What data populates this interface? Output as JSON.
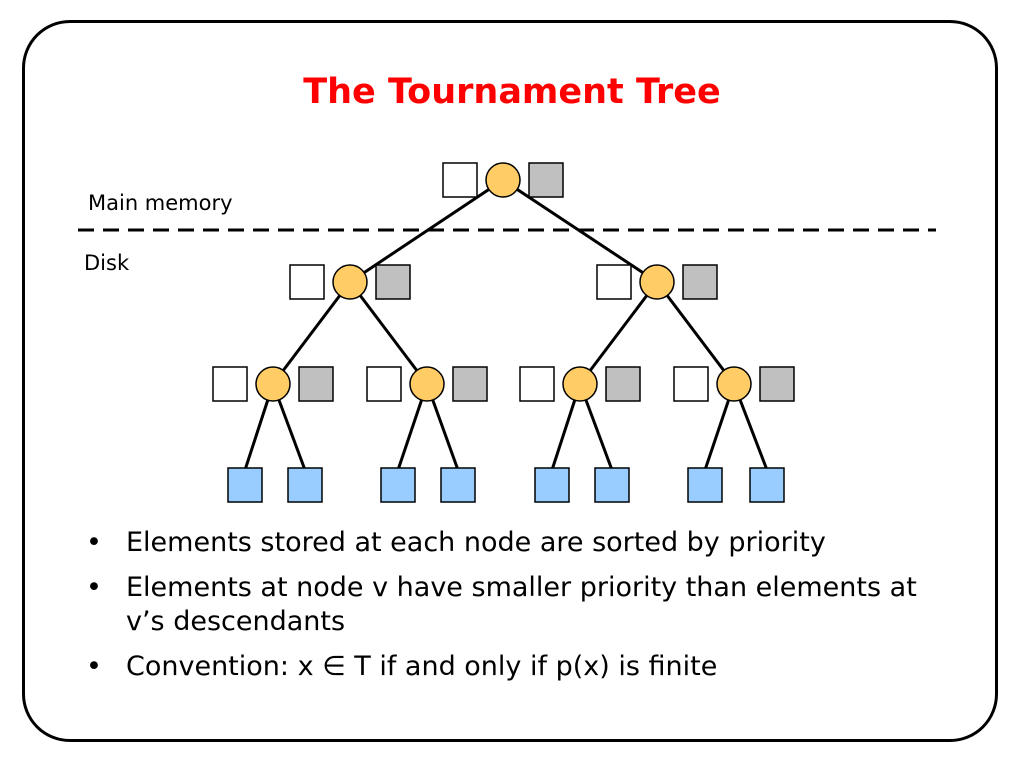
{
  "slide": {
    "title": "The Tournament Tree",
    "main_memory_label": "Main memory",
    "disk_label": "Disk",
    "bullet_glyph": "•",
    "bullets": [
      "Elements stored at each node are sorted by priority",
      "Elements at node v have smaller priority than elements at v’s descendants",
      "Convention: x ∈ T if and only if p(x) is finite"
    ]
  },
  "colors": {
    "title": "#ff0000",
    "node_circle": "#ffcc66",
    "left_box": "#ffffff",
    "right_box": "#c0c0c0",
    "leaf": "#99ccff",
    "stroke": "#000000"
  }
}
